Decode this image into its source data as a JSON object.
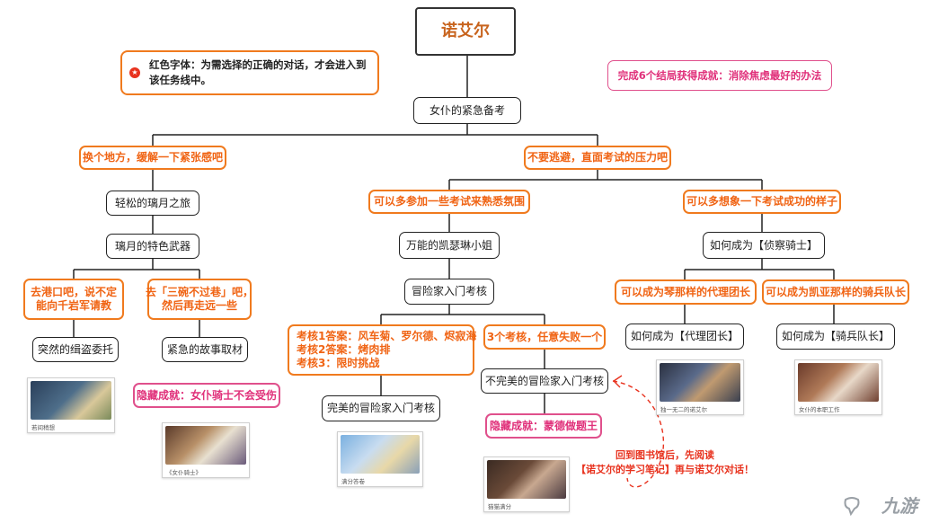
{
  "title": "诺艾尔",
  "legend_note": "红色字体：为需选择的正确的对话，才会进入到该任务线中。",
  "legend_note_line1": "红色字体：为需选择的正确的对话，才会进入到",
  "legend_note_line2": "该任务线中。",
  "achievement_note": "完成6个结局获得成就：消除焦虑最好的办法",
  "root": "女仆的紧急备考",
  "choice_left": "换个地方，缓解一下紧张感吧",
  "choice_right": "不要逃避，直面考试的压力吧",
  "left": {
    "step1": "轻松的璃月之旅",
    "step2": "璃月的特色武器",
    "choice_a_line1": "去港口吧，说不定",
    "choice_a_line2": "能向千岩军请教",
    "choice_b_line1": "去「三碗不过巷」吧，",
    "choice_b_line2": "然后再走远一些",
    "ending_a": "突然的缉盗委托",
    "ending_b": "紧急的故事取材",
    "hidden_b": "隐藏成就：女仆骑士不会受伤",
    "thumb_a": "若间稍想",
    "thumb_b": "《女仆骑士》"
  },
  "middle": {
    "choice": "可以多参加一些考试来熟悉氛围",
    "step1": "万能的凯瑟琳小姐",
    "step2": "冒险家入门考核",
    "answers_line1": "考核1答案：风车菊、罗尔德、烬寂海",
    "answers_line2": "考核2答案：烤肉排",
    "answers_line3": "考核3：限时挑战",
    "fail_choice": "3个考核，任意失败一个",
    "ending_a": "完美的冒险家入门考核",
    "ending_b": "不完美的冒险家入门考核",
    "hidden": "隐藏成就：蒙德做题王",
    "thumb_a": "满分答卷",
    "thumb_b": "猫猫满分",
    "hint_line1": "回到图书馆后，先阅读",
    "hint_line2": "【诺艾尔的学习笔记】再与诺艾尔对话！"
  },
  "right": {
    "choice": "可以多想象一下考试成功的样子",
    "step1": "如何成为【侦察骑士】",
    "choice_a": "可以成为琴那样的代理团长",
    "choice_b": "可以成为凯亚那样的骑兵队长",
    "ending_a": "如何成为【代理团长】",
    "ending_b": "如何成为【骑兵队长】",
    "thumb_a": "独一无二的诺艾尔",
    "thumb_b": "女仆的本职工作"
  },
  "watermark": "九游",
  "colors": {
    "choice": "#f06414",
    "hidden": "#e0307a",
    "hint": "#e8321e",
    "title": "#c8641e"
  }
}
